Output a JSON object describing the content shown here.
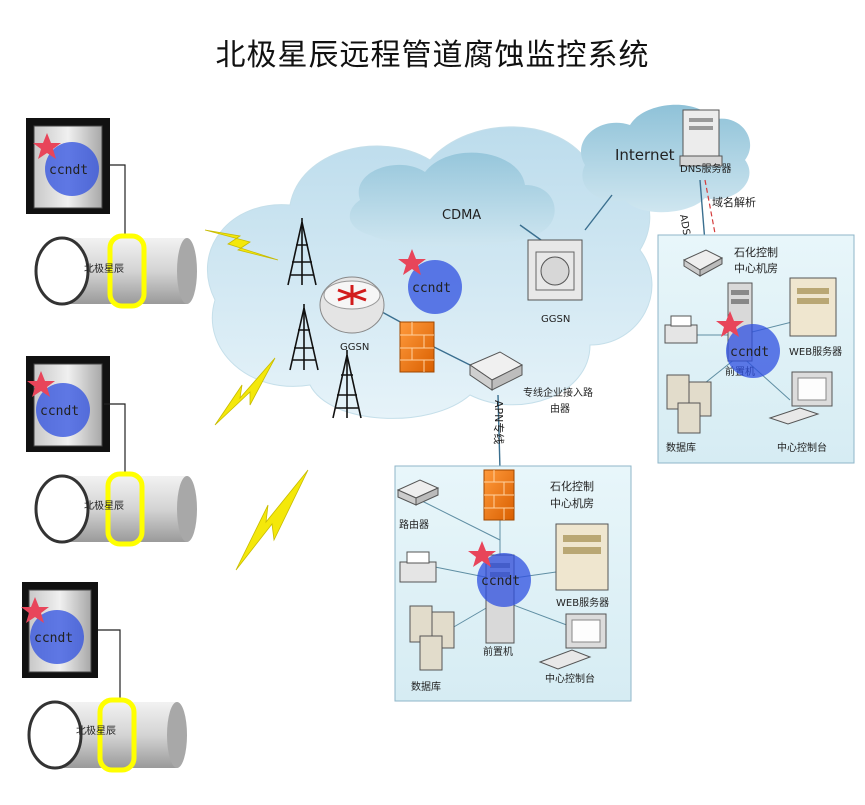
{
  "title": "北极星辰远程管道腐蚀监控系统",
  "brand_label": "ccndt",
  "pipe_label": "北极星辰",
  "cloud": {
    "cdma": "CDMA",
    "ggsn_left": "GGSN",
    "ggsn_right": "GGSN",
    "internet": "Internet"
  },
  "router_caption": [
    "专线企业接入路",
    "由器"
  ],
  "apn_label": "APN专线",
  "adsl_label": "ADSL",
  "dns_label": "DNS服务器",
  "domain_resolve": "域名解析",
  "center_right": {
    "title": [
      "石化控制",
      "中心机房"
    ],
    "front": "前置机",
    "web": "WEB服务器",
    "db": "数据库",
    "console": "中心控制台"
  },
  "center_bottom": {
    "title": [
      "石化控制",
      "中心机房"
    ],
    "router": "路由器",
    "front": "前置机",
    "web": "WEB服务器",
    "db": "数据库",
    "console": "中心控制台"
  },
  "colors": {
    "cloud": "#cfe6f2",
    "panel": "#dff0f5",
    "badge": "#2d4fe0",
    "star": "#e8455a",
    "lightning": "#f2e600",
    "ring": "#ffff00"
  }
}
